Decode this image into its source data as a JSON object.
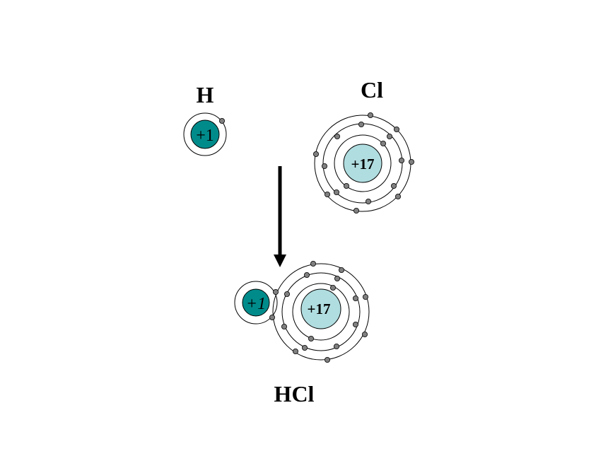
{
  "labels": {
    "hydrogen": "H",
    "chlorine": "Cl",
    "product": "HCl"
  },
  "atoms": {
    "hydrogen": {
      "charge": "+1",
      "shells": [
        1
      ]
    },
    "chlorine": {
      "charge": "+17",
      "shells": [
        2,
        8,
        7
      ]
    },
    "molecule_h": {
      "charge": "+1"
    },
    "molecule_cl": {
      "charge": "+17",
      "shells": [
        2,
        8,
        8
      ]
    }
  },
  "colors": {
    "hydrogen_nucleus": "#008b8b",
    "chlorine_nucleus": "#b0dde0",
    "electron": "#808080",
    "orbit": "#000000",
    "arrow": "#000000"
  }
}
